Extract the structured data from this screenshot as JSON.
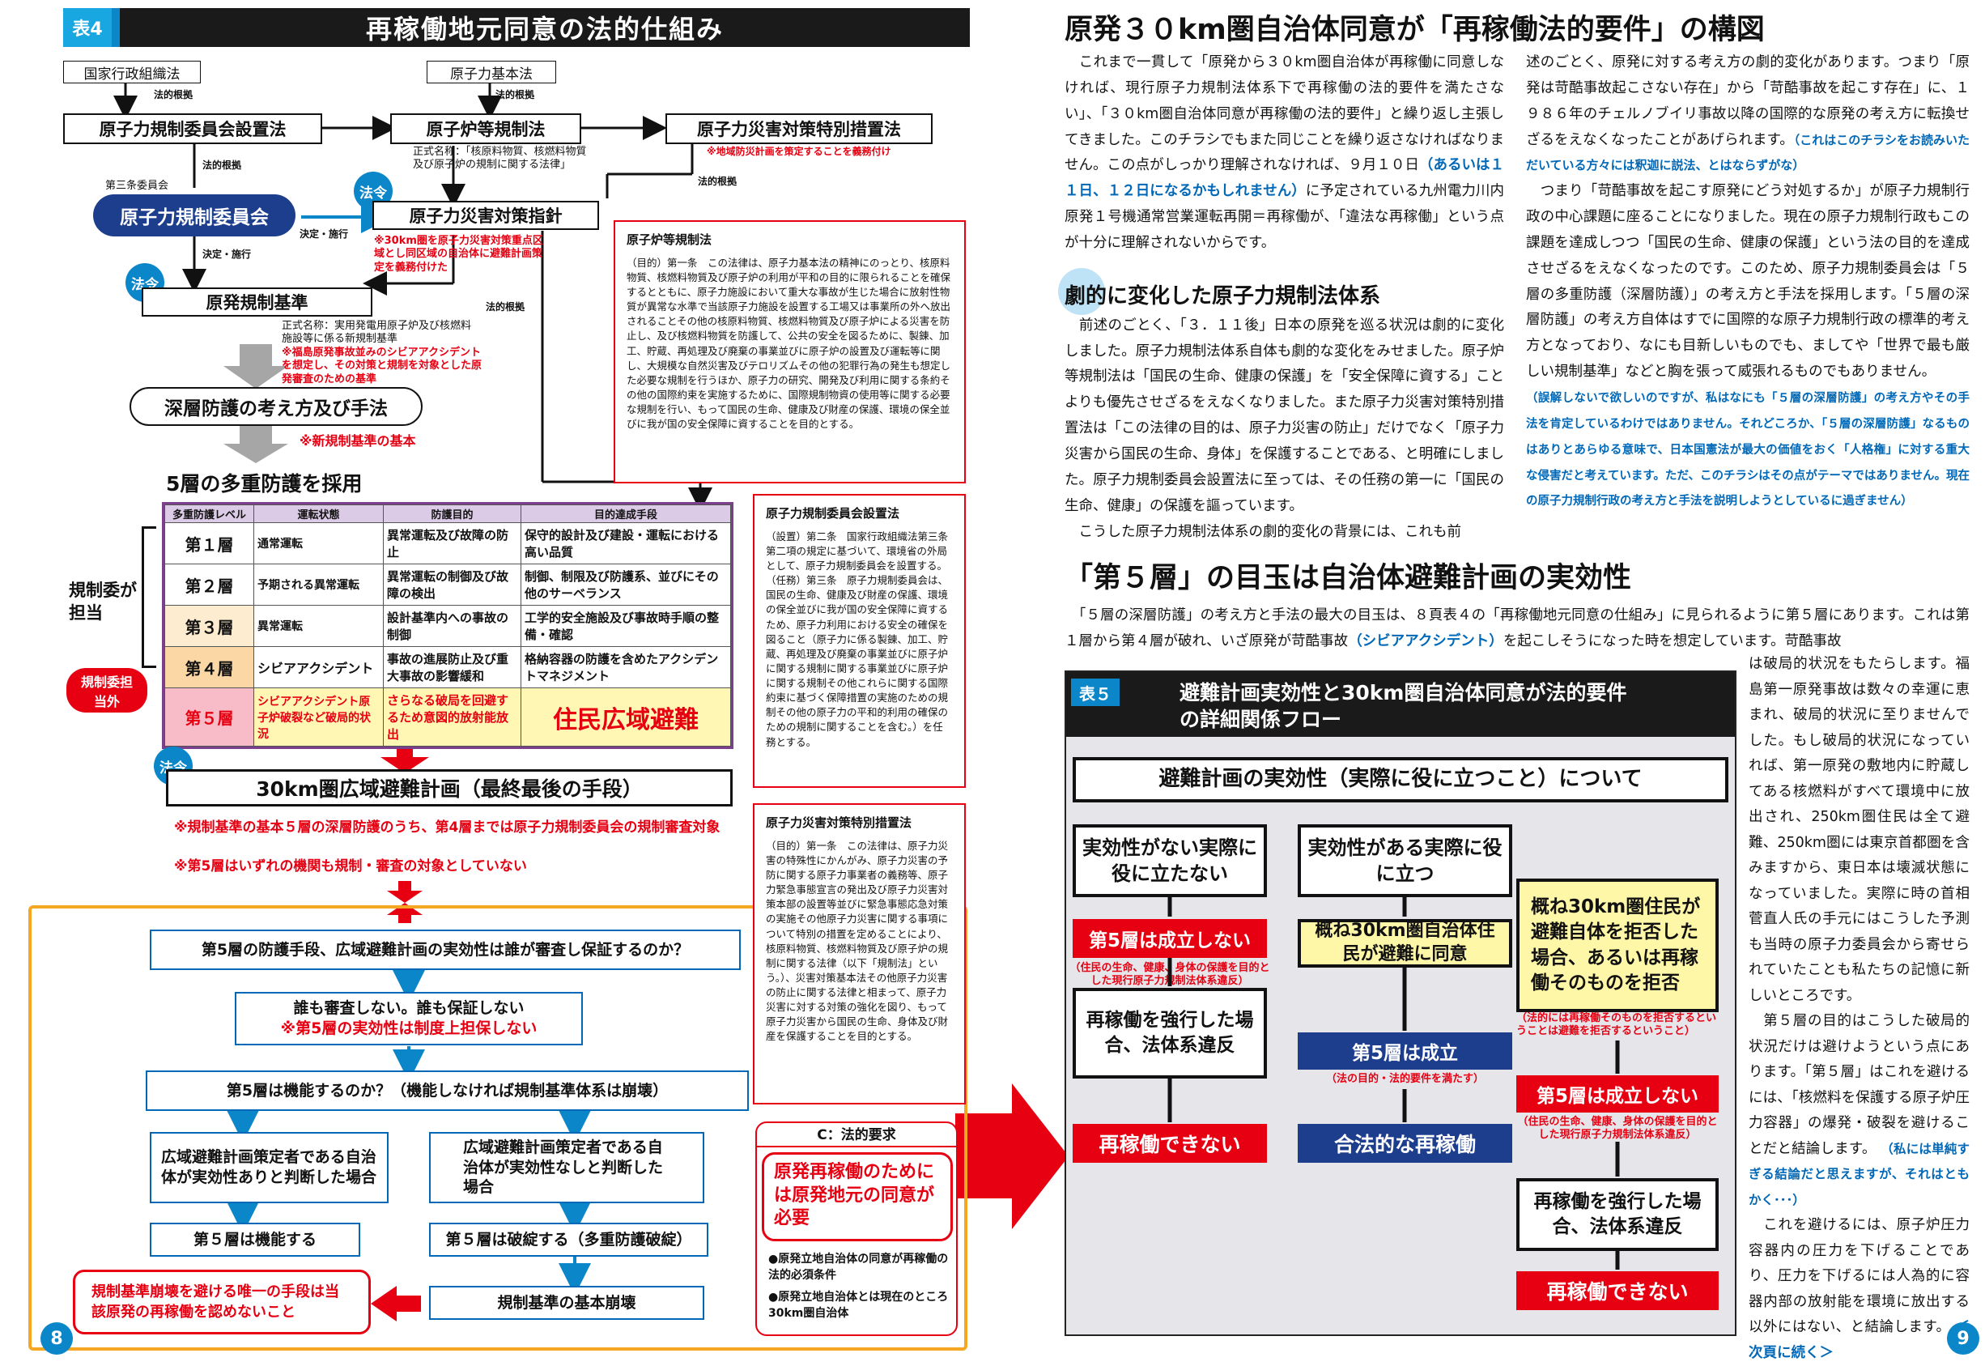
{
  "left": {
    "table_tag": "表4",
    "title": "再稼働地元同意の法的仕組み",
    "law_top1": "国家行政組織法",
    "law_top2": "原子力基本法",
    "basis": "法的根拠",
    "box_setup": "原子力規制委員会設置法",
    "box_reactor": "原子炉等規制法",
    "box_disaster": "原子力災害対策特別措置法",
    "reactor_formal": "正式名称：「核原料物質、核燃料物質及び原子炉の規制に関する法律」",
    "disaster_note": "※地域防災計画を策定することを義務付け",
    "commission_label": "第三条委員会",
    "commission": "原子力規制委員会",
    "law_badge": "法令",
    "guideline": "原子力災害対策指針",
    "decide": "決定・施行",
    "guideline_note": "※30km圏を原子力災害対策重点区域とし同区域の自治体に避難計画策定を義務付けた",
    "standard": "原発規制基準",
    "standard_formal": "正式名称：実用発電用原子炉及び核燃料施設等に係る新規制基準",
    "standard_note": "※福島原発事故並みのシビアアクシデントを想定し、その対策と規制を対象とした原発審査のための基準",
    "depth": "深層防護の考え方及び手法",
    "depth_note": "※新規制基準の基本",
    "five_title": "5層の多重防護を採用",
    "table_headers": [
      "多重防護レベル",
      "運転状態",
      "防護目的",
      "目的達成手段"
    ],
    "rows": [
      [
        "第１層",
        "通常運転",
        "異常運転及び故障の防止",
        "保守的設計及び建設・運転における高い品質"
      ],
      [
        "第２層",
        "予期される異常運転",
        "異常運転の制御及び故障の検出",
        "制御、制限及び防護系、並びにその他のサーベランス"
      ],
      [
        "第３層",
        "異常運転",
        "設計基準内への事故の制御",
        "工学的安全施設及び事故時手順の整備・確認"
      ],
      [
        "第４層",
        "シビアアクシデント",
        "事故の進展防止及び重大事故の影響緩和",
        "格納容器の防護を含めたアクシデントマネジメント"
      ],
      [
        "第５層",
        "シビアアクシデント原子炉破裂など破局的状況",
        "さらなる破局を回避するため意図的放射能放出",
        "住民広域避難"
      ]
    ],
    "regulated": "規制委が担当",
    "not_regulated": "規制委担当外",
    "evac30": "30km圏広域避難計画（最終最後の手段）",
    "evac_note1": "※規制基準の基本５層の深層防護のうち、第4層までは原子力規制委員会の規制審査対象",
    "evac_note2": "※第5層はいずれの機関も規制・審査の対象としていない",
    "q1": "第5層の防護手段、広域避難計画の実効性は誰が審査し保証するのか？",
    "a1": "誰も審査しない。誰も保証しない",
    "a1b": "※第5層の実効性は制度上担保しない",
    "q2": "第5層は機能するのか？（機能しなければ規制基準体系は崩壊）",
    "b_left": "広域避難計画策定者である自治体が実効性ありと判断した場合",
    "b_right": "広域避難計画策定者である自治体が実効性なしと判断した場合",
    "r_left": "第５層は機能する",
    "r_right": "第５層は破綻する（多重防護破綻）",
    "collapse": "規制基準の基本崩壊",
    "only": "規制基準崩壊を避ける唯一の手段は当該原発の再稼働を認めないこと",
    "c_title": "C：法的要求",
    "c_main": "原発再稼働のためには原発地元の同意が必要",
    "c_b1": "●原発立地自治体の同意が再稼働の法的必須条件",
    "c_b2": "●原発立地自治体とは現在のところ30km圏自治体",
    "side1_title": "原子炉等規制法",
    "side1_body": "（目的）第一条　この法律は、原子力基本法の精神にのっとり、核原料物質、核燃料物質及び原子炉の利用が平和の目的に限られることを確保するとともに、原子力施設において重大な事故が生じた場合に放射性物質が異常な水準で当該原子力施設を設置する工場又は事業所の外へ放出されることその他の核原料物質、核燃料物質及び原子炉による災害を防止し、及び核燃料物質を防護して、公共の安全を図るために、製錬、加工、貯蔵、再処理及び廃棄の事業並びに原子炉の設置及び運転等に関し、大規模な自然災害及びテロリズムその他の犯罪行為の発生も想定した必要な規制を行うほか、原子力の研究、開発及び利用に関する条約その他の国際約束を実施するために、国際規制物資の使用等に関する必要な規制を行い、もって国民の生命、健康及び財産の保護、環境の保全並びに我が国の安全保障に資することを目的とする。",
    "side2_title": "原子力規制委員会設置法",
    "side2_body": "（設置）第二条　国家行政組織法第三条第二項の規定に基づいて、環境省の外局として、原子力規制委員会を設置する。（任務）第三条　原子力規制委員会は、国民の生命、健康及び財産の保護、環境の保全並びに我が国の安全保障に資するため、原子力利用における安全の確保を図ること（原子力に係る製錬、加工、貯蔵、再処理及び廃棄の事業並びに原子炉に関する規制に関する事業並びに原子炉に関する規制その他これらに関する国際約束に基づく保障措置の実施のための規制その他の原子力の平和的利用の確保のための規制に関することを含む。）を任務とする。",
    "side3_title": "原子力災害対策特別措置法",
    "side3_body": "（目的）第一条　この法律は、原子力災害の特殊性にかんがみ、原子力災害の予防に関する原子力事業者の義務等、原子力緊急事態宣言の発出及び原子力災害対策本部の設置等並びに緊急事態応急対策の実施その他原子力災害に関する事項について特別の措置を定めることにより、核原料物質、核燃料物質及び原子炉の規制に関する法律（以下「規制法」という。）、災害対策基本法その他原子力災害の防止に関する法律と相まって、原子力災害に対する対策の強化を図り、もって原子力災害から国民の生命、身体及び財産を保護することを目的とする。",
    "page": "8"
  },
  "right": {
    "title": "原発３０km圏自治体同意が「再稼働法的要件」の構図",
    "p1": "　これまで一貫して「原発から３０km圏自治体が再稼働に同意しなければ、現行原子力規制法体系下で再稼働の法的要件を満たさない」、「３０km圏自治体同意が再稼働の法的要件」と繰り返し主張してきました。このチラシでもまた同じことを繰り返さなければなりません。この点がしっかり理解されなければ、９月１０日",
    "p1_blue": "（あるいは１１日、１２日になるかもしれません）",
    "p1b": "に予定されている九州電力川内原発１号機通常営業運転再開＝再稼働が、「違法な再稼働」という点が十分に理解されないからです。",
    "h2": "劇的に変化した原子力規制法体系",
    "p2": "　前述のごとく、「３．１１後」日本の原発を巡る状況は劇的に変化しました。原子力規制法体系自体も劇的な変化をみせました。原子炉等規制法は「国民の生命、健康の保護」を「安全保障に資する」ことよりも優先させざるをえなくなりました。また原子力災害対策特別措置法は「この法律の目的は、原子力災害の防止」だけでなく「原子力災害から国民の生命、身体」を保護することである、と明確にしました。原子力規制委員会設置法に至っては、その任務の第一に「国民の生命、健康」の保護を謳っています。",
    "p2b": "　こうした原子力規制法体系の劇的変化の背景には、これも前",
    "col2a": "述のごとく、原発に対する考え方の劇的変化があります。つまり「原発は苛酷事故起こさない存在」から「苛酷事故を起こす存在」に、１９８６年のチェルノブイリ事故以降の国際的な原発の考え方に転換せざるをえなくなったことがあげられます。",
    "col2a_blue": "（これはこのチラシをお読みいただいている方々には釈迦に説法、とはならずがな）",
    "col2b": "　つまり「苛酷事故を起こす原発にどう対処するか」が原子力規制行政の中心課題に座ることになりました。現在の原子力規制行政もこの課題を達成しつつ「国民の生命、健康の保護」という法の目的を達成させざるをえなくなったのです。このため、原子力規制委員会は「５層の多重防護（深層防護）」の考え方と手法を採用します。「５層の深層防護」の考え方自体はすでに国際的な原子力規制行政の標準的考え方となっており、なにも目新しいものでも、ましてや「世界で最も厳しい規制基準」などと胸を張って威張れるものでもありません。",
    "col2b_blue": "（誤解しないで欲しいのですが、私はなにも「５層の深層防護」の考え方やその手法を肯定しているわけではありません。それどころか、「５層の深層防護」なるものはありとあらゆる意味で、日本国憲法が最大の価値をおく「人格権」に対する重大な侵害だと考えています。ただ、このチラシはその点がテーマではありません。現在の原子力規制行政の考え方と手法を説明しようとしているに過ぎません）",
    "h3": "「第５層」の目玉は自治体避難計画の実効性",
    "p3": "　「５層の深層防護」の考え方と手法の最大の目玉は、８頁表４の「再稼働地元同意の仕組み」に見られるように第５層にあります。これは第１層から第４層が破れ、いざ原発が苛酷事故",
    "p3_blue": "（シビアアクシデント）",
    "p3b": "を起こしそうになった時を想定しています。苛酷事故",
    "col_r": "は破局的状況をもたらします。福島第一原発事故は数々の幸運に恵まれ、破局的状況に至りませんでした。もし破局的状況になっていれば、第一原発の敷地内に貯蔵してある核燃料がすべて環境中に放出され、250km圏住民は全て避難、250km圏には東京首都圏を含みますから、東日本は壊滅状態になっていました。実際に時の首相菅直人氏の手元にはこうした予測も当時の原子力委員会から寄せられていたことも私たちの記憶に新しいところです。",
    "col_r2": "　第５層の目的はこうした破局的状況だけは避けようという点にあります。「第５層」はこれを避けるには、「核燃料を保護する原子炉圧力容器」の爆発・破裂を避けることだと結論します。",
    "col_r2_blue": "（私には単純すぎる結論だと思えますが、それはともかく･･･）",
    "col_r3": "　これを避けるには、原子炉圧力容器内の圧力を下げることであり、圧力を下げるには人為的に容器内部の放射能を環境に放出する以外にはない、と結論します。",
    "col_r3_blue": "＜次頁に続く＞",
    "t5_tag": "表５",
    "t5_title": "避難計画実効性と30km圏自治体同意が法的要件の詳細関係フロー",
    "f_top": "避難計画の実効性（実際に役に立つこと）について",
    "f_no": "実効性がない実際に役に立たない",
    "f_yes": "実効性がある実際に役に立つ",
    "f_fail1": "第5層は成立しない",
    "f_fail1_note": "（住民の生命、健康、身体の保護を目的とした現行原子力規制法体系違反）",
    "f_agree": "概ね30km圏自治体住民が避難に同意",
    "f_refuse": "概ね30km圏住民が避難自体を拒否した場合、あるいは再稼働そのものを拒否",
    "f_refuse_note": "（法的には再稼働そのものを拒否するということは避難を拒否するということ）",
    "f_force": "再稼働を強行した場合、法体系違反",
    "f_ok": "第5層は成立",
    "f_ok_note": "（法の目的・法的要件を満たす）",
    "f_fail2": "第5層は成立しない",
    "f_fail2_note": "（住民の生命、健康、身体の保護を目的とした現行原子力規制法体系違反）",
    "f_cannot": "再稼働できない",
    "f_legal": "合法的な再稼働",
    "f_force2": "再稼働を強行した場合、法体系違反",
    "f_cannot2": "再稼働できない",
    "page": "9"
  }
}
